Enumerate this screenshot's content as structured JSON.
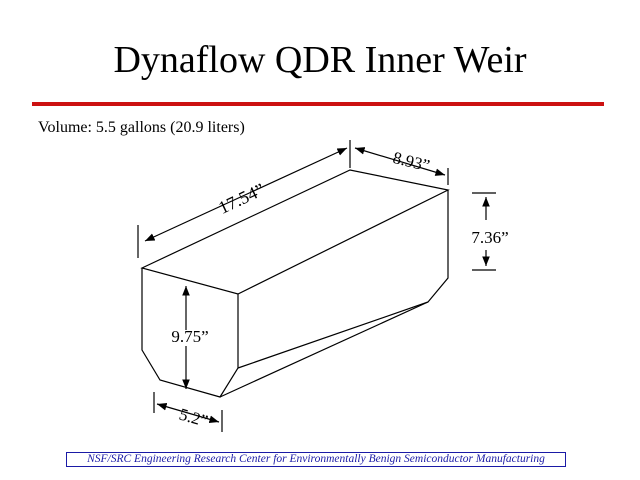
{
  "slide": {
    "title": "Dynaflow QDR Inner Weir",
    "volume": "Volume: 5.5 gallons (20.9 liters)",
    "footer": "NSF/SRC Engineering Research Center for Environmentally Benign Semiconductor Manufacturing"
  },
  "colors": {
    "rule": "#cc1111",
    "footer_text": "#1a1aa6",
    "lines": "#000000"
  },
  "dimensions": {
    "length": "17.54”",
    "top_width": "8.93”",
    "side_height": "7.36”",
    "front_height": "9.75”",
    "bottom_width": "5.2”"
  }
}
